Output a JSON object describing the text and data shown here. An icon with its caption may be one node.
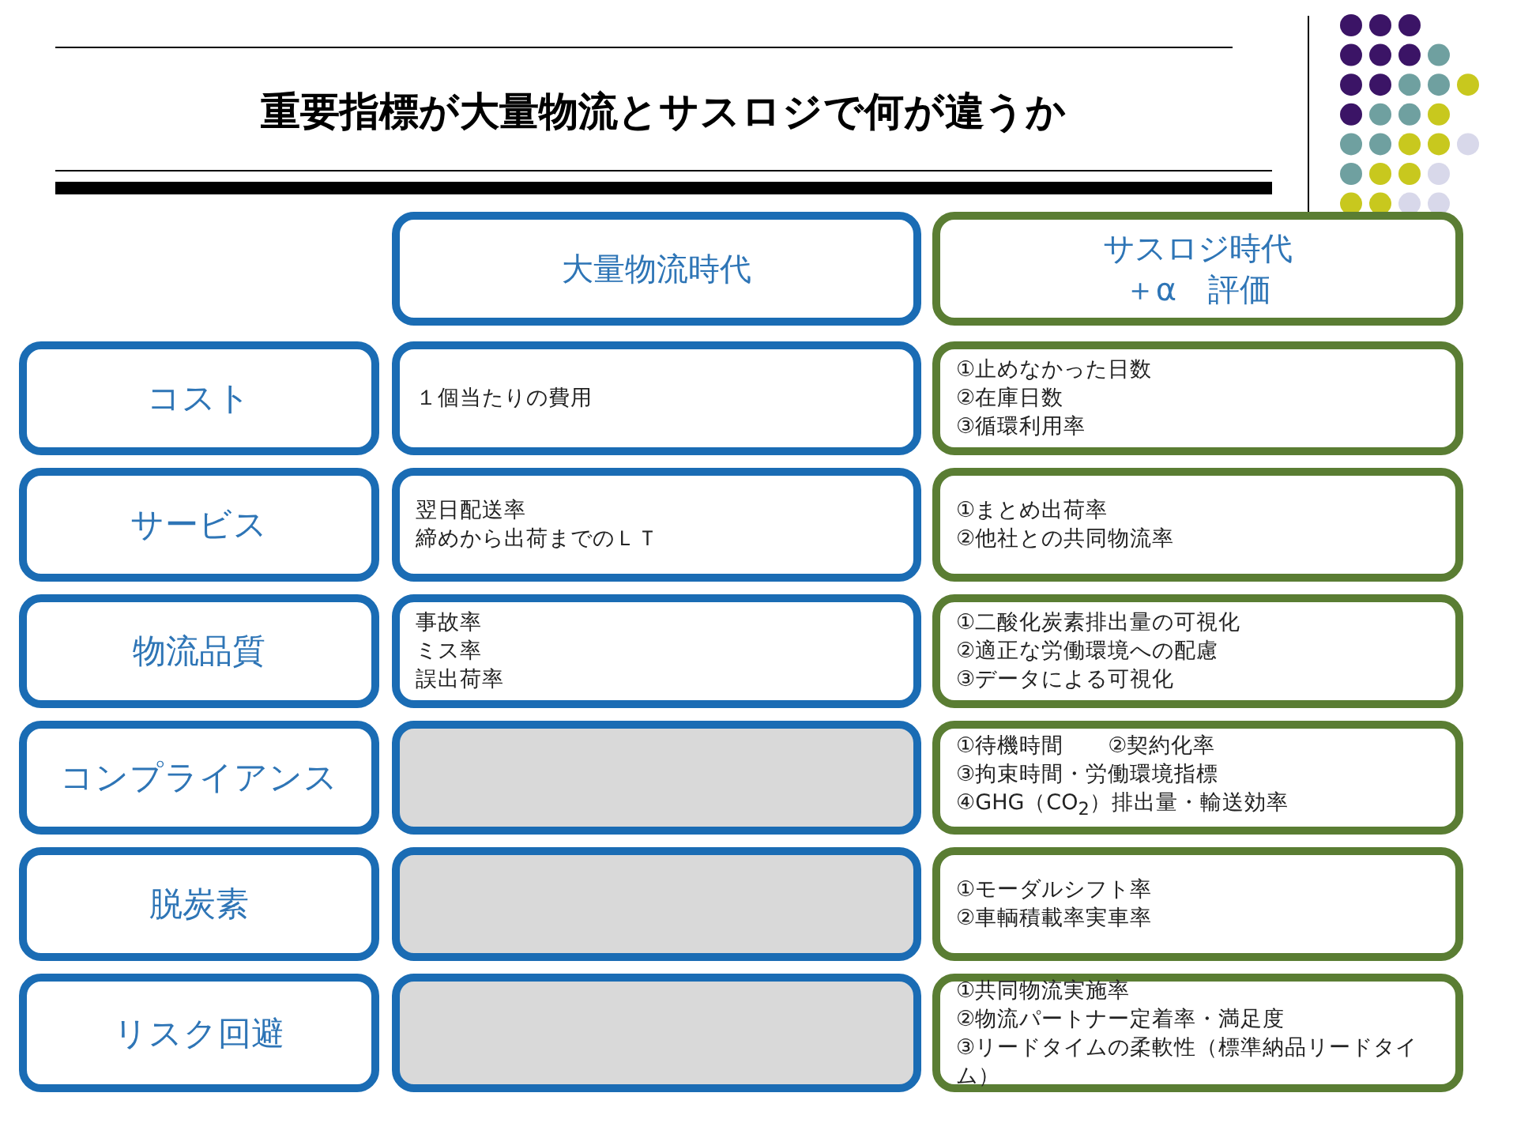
{
  "diagram": {
    "title": "重要指標が大量物流とサスロジで何が違うか",
    "nodes": [
      {
        "text": [
          "大量物流時代"
        ]
      },
      {
        "text": [
          "サスロジ時代",
          "＋α　評価"
        ]
      },
      {
        "text": [
          "コスト"
        ]
      },
      {
        "text": [
          "１個当たりの費用"
        ]
      },
      {
        "text": [
          "①止めなかった日数",
          "②在庫日数",
          "③循環利用率"
        ]
      },
      {
        "text": [
          "サービス"
        ]
      },
      {
        "text": [
          "翌日配送率",
          "締めから出荷までのＬＴ"
        ]
      },
      {
        "text": [
          "①まとめ出荷率",
          "②他社との共同物流率"
        ]
      },
      {
        "text": [
          "物流品質"
        ]
      },
      {
        "text": [
          "事故率",
          "ミス率",
          "誤出荷率"
        ]
      },
      {
        "text": [
          "①二酸化炭素排出量の可視化",
          "②適正な労働環境への配慮",
          "③データによる可視化"
        ]
      },
      {
        "text": [
          "コンプライアンス"
        ]
      },
      {
        "text": [],
        "shape": "box"
      },
      {
        "text": [
          "①待機時間　　②契約化率",
          "③拘束時間・労働環境指標",
          "④GHG（CO$_{2}$）排出量・輸送効率"
        ]
      },
      {
        "text": [
          "脱炭素"
        ]
      },
      {
        "text": [],
        "shape": "box"
      },
      {
        "text": [
          "①モーダルシフト率",
          "②車輌積載率実車率"
        ]
      },
      {
        "text": [
          "リスク回避"
        ]
      },
      {
        "text": [],
        "shape": "box"
      },
      {
        "text": [
          "①共同物流実施率",
          "②物流パートナー定着率・満足度",
          "③リードタイムの柔軟性（標準納品リードタイム）"
        ]
      }
    ],
    "edges": []
  }
}
